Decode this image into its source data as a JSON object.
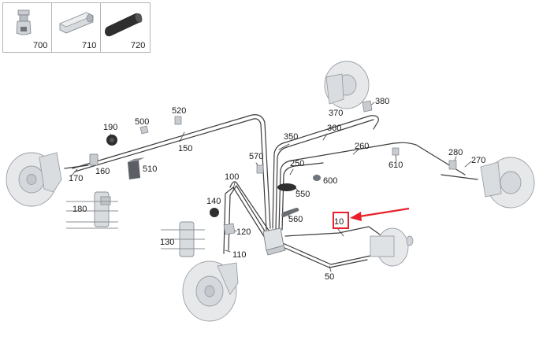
{
  "inset": {
    "parts": [
      {
        "number": "700",
        "icon": "bleed-screw-icon"
      },
      {
        "number": "710",
        "icon": "hex-union-nut-icon"
      },
      {
        "number": "720",
        "icon": "rubber-sleeve-icon"
      }
    ]
  },
  "callouts": [
    "520",
    "500",
    "190",
    "150",
    "160",
    "510",
    "170",
    "180",
    "140",
    "100",
    "120",
    "130",
    "110",
    "570",
    "350",
    "360",
    "370",
    "380",
    "250",
    "550",
    "600",
    "260",
    "610",
    "280",
    "270",
    "560",
    "10",
    "50"
  ],
  "highlight": {
    "target": "10",
    "box_color": "#e8202a",
    "arrow_color": "#e8202a"
  },
  "colors": {
    "line": "#3c3c3c",
    "part_fill": "#e6e8ea",
    "part_stroke": "#9aa0a6",
    "dark_part": "#3a3a3a"
  }
}
